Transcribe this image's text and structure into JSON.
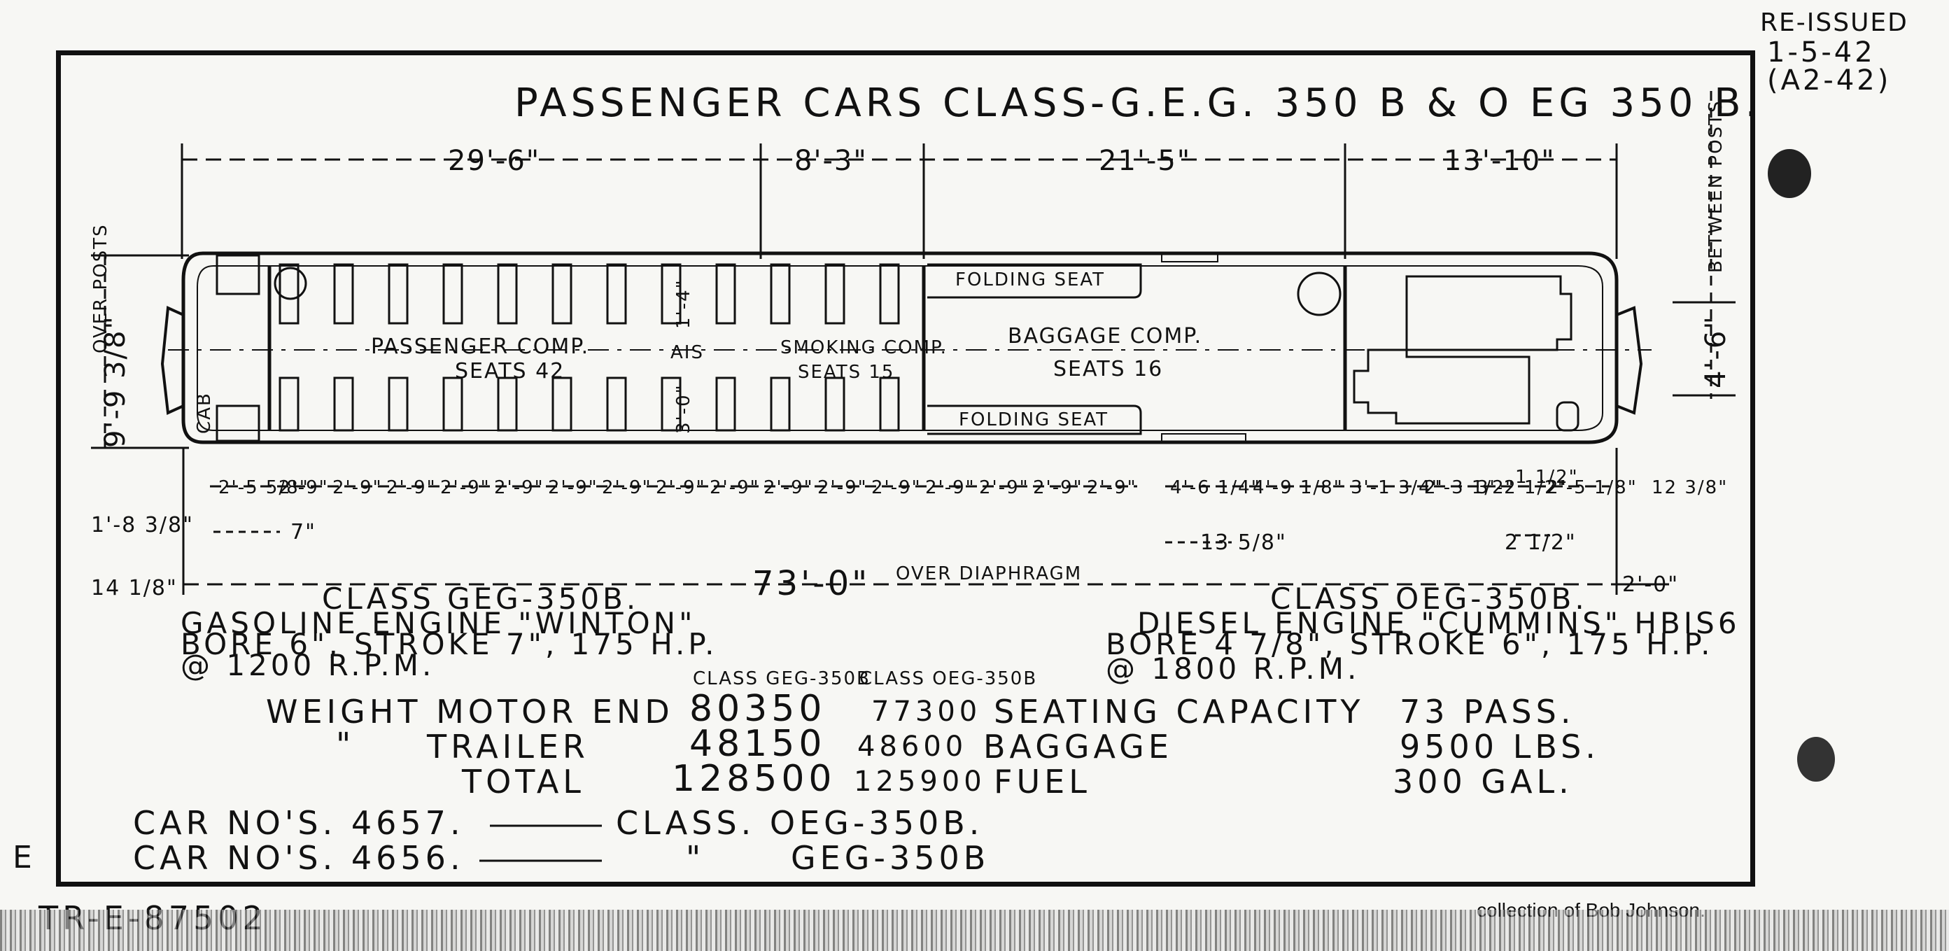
{
  "reissue": {
    "line1": "RE-ISSUED",
    "line2": "1-5-42",
    "line3": "(A2-42)"
  },
  "title": "PASSENGER CARS  CLASS-G.E.G. 350 B & O EG 350 B.",
  "side_labels": {
    "between_posts": "BETWEEN POSTS",
    "over_posts": "OVER POSTS",
    "cab": "CAB"
  },
  "top_dimensions": [
    "29'-6\"",
    "8'-3\"",
    "21'-5\"",
    "13'-10\""
  ],
  "compartments": {
    "passenger": "PASSENGER COMP.",
    "passenger_seats": "SEATS 42",
    "smoking": "SMOKING COMP.",
    "smoking_seats": "SEATS 15",
    "baggage": "BAGGAGE COMP.",
    "baggage_seats": "SEATS 16",
    "folding_seat_top": "FOLDING SEAT",
    "folding_seat_bottom": "FOLDING SEAT",
    "aisle": "AIS",
    "aisle_top_dim": "1'-4\"",
    "aisle_bottom_dim": "3'-0\""
  },
  "height_dims": {
    "left": "9'-9 3/8\"",
    "right": "4'-6\""
  },
  "bottom_dimensions": {
    "first": "2'-5 5/8\"",
    "spacing": "2'-9\"",
    "spacing_count": 16,
    "d1": "4'-6 1/4\"",
    "d2": "4'-9 1/8\"",
    "d3": "3'-1 3/4\"",
    "d4": "2'-3 1/2\"",
    "d5": "3'-2 1/2\"",
    "d6": "1 1/2\"",
    "d7": "2'-5 1/8\"",
    "d8": "12 3/8\"",
    "seven": "7\"",
    "thirteen": "13 5/8\"",
    "two_half": "2 1/2\"",
    "left_a": "1'-8 3/8\"",
    "left_b": "14 1/8\"",
    "overall": "73'-0\"",
    "overall_note": "OVER DIAPHRAGM",
    "right_end": "2'-0\""
  },
  "engines": {
    "left": {
      "class": "CLASS GEG-350B.",
      "engine": "GASOLINE ENGINE \"WINTON\"",
      "bore": "BORE 6\", STROKE 7\", 175 H.P.",
      "rpm": "@ 1200 R.P.M."
    },
    "right": {
      "class": "CLASS OEG-350B.",
      "engine": "DIESEL ENGINE \"CUMMINS\" HBIS6",
      "bore": "BORE 4 7/8\", STROKE 6\", 175 H.P.",
      "rpm": "@ 1800 R.P.M."
    }
  },
  "weights": {
    "col_header_1": "CLASS GEG-350B",
    "col_header_2": "CLASS OEG-350B",
    "rows": [
      {
        "label": "WEIGHT MOTOR END",
        "v1": "80350",
        "v2": "77300",
        "item": "SEATING CAPACITY",
        "val": "73 PASS."
      },
      {
        "label": "TRAILER",
        "v1": "48150",
        "v2": "48600",
        "item": "BAGGAGE",
        "val": "9500 LBS."
      },
      {
        "label": "TOTAL",
        "v1": "128500",
        "v2": "125900",
        "item": "FUEL",
        "val": "300 GAL."
      }
    ],
    "ditto": "\""
  },
  "car_numbers": [
    {
      "text": "CAR NO'S. 4657.",
      "cls": "CLASS. OEG-350B."
    },
    {
      "text": "CAR NO'S. 4656.",
      "cls": "GEG-350B"
    }
  ],
  "margin_letter": "E",
  "drawing_number": "TR-E-87502",
  "credit": "collection of Bob Johnson."
}
